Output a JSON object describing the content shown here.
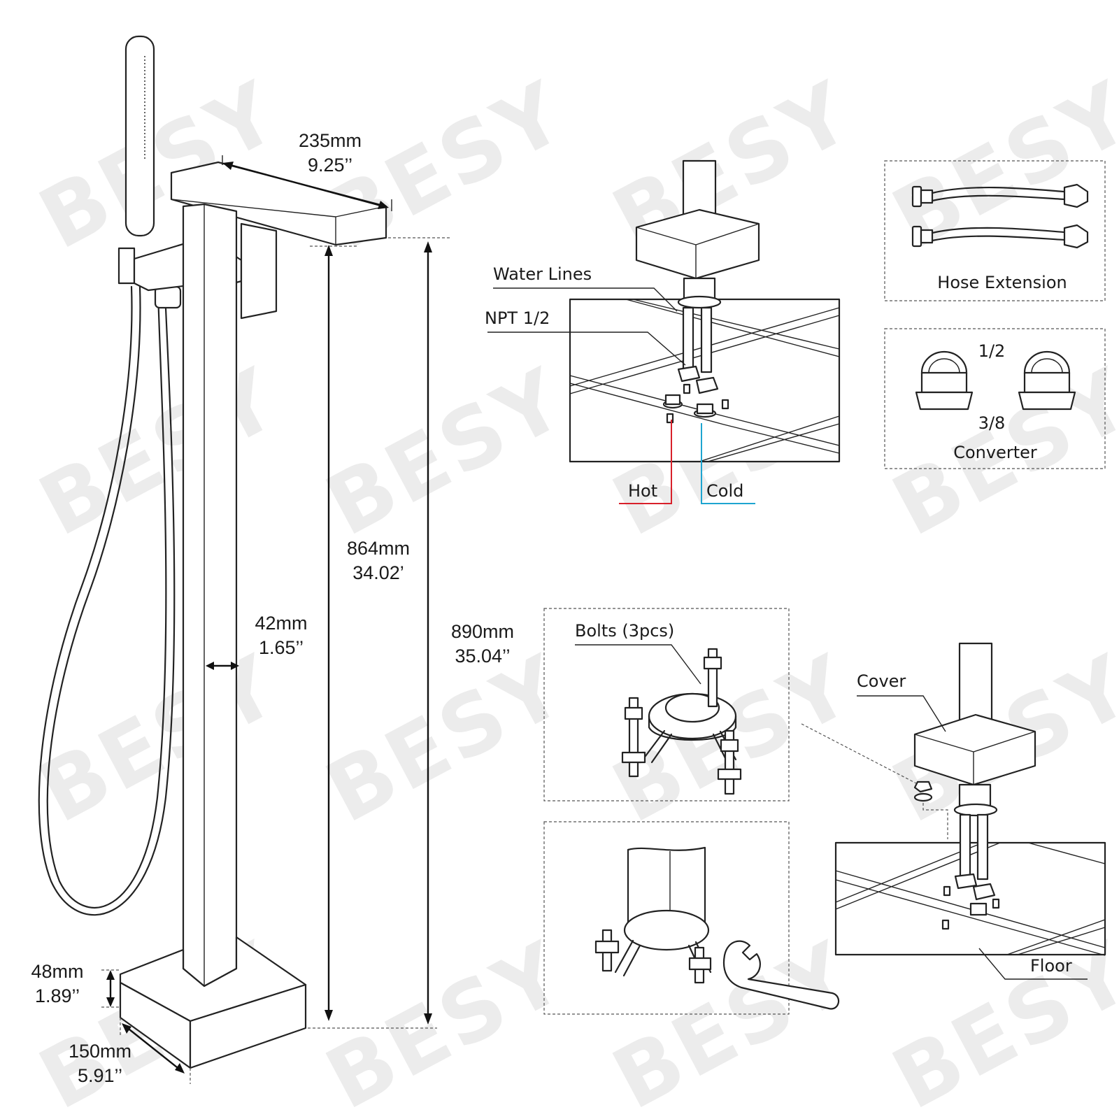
{
  "watermark": {
    "text": "BESY"
  },
  "dimensions": {
    "spout_length": {
      "mm": "235mm",
      "inch": "9.25’’"
    },
    "spout_height": {
      "mm": "864mm",
      "inch": "34.02’"
    },
    "total_height": {
      "mm": "890mm",
      "inch": "35.04’’"
    },
    "column_width": {
      "mm": "42mm",
      "inch": "1.65’’"
    },
    "base_height": {
      "mm": "48mm",
      "inch": "1.89’’"
    },
    "base_width": {
      "mm": "150mm",
      "inch": "5.91’’"
    }
  },
  "install_top": {
    "water_lines": "Water Lines",
    "npt": "NPT 1/2",
    "hot": "Hot",
    "cold": "Cold"
  },
  "accessories": {
    "hose_extension": "Hose Extension",
    "converter_top": "1/2",
    "converter_bottom": "3/8",
    "converter": "Converter"
  },
  "install_bottom": {
    "bolts": "Bolts (3pcs)",
    "cover": "Cover",
    "floor": "Floor"
  },
  "colors": {
    "hot": "#d8202a",
    "cold": "#1ea5d0",
    "line": "#222222",
    "watermark": "#ececec"
  }
}
